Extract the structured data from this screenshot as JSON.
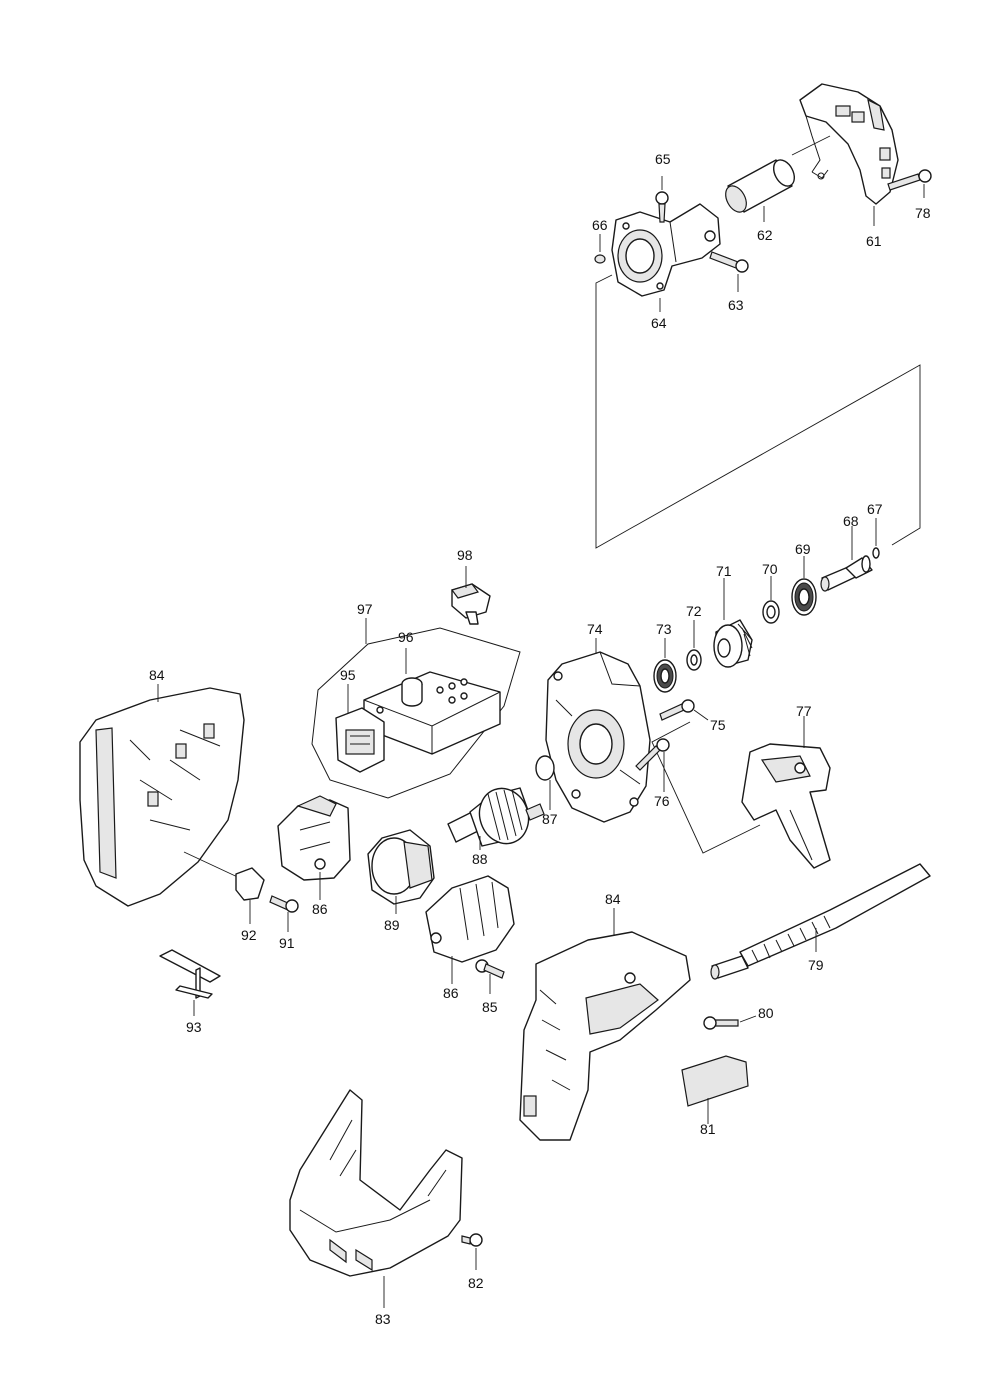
{
  "labels": {
    "p61": "61",
    "p62": "62",
    "p63": "63",
    "p64": "64",
    "p65": "65",
    "p66": "66",
    "p67": "67",
    "p68": "68",
    "p69": "69",
    "p70": "70",
    "p71": "71",
    "p72": "72",
    "p73": "73",
    "p74": "74",
    "p75": "75",
    "p76": "76",
    "p77": "77",
    "p78": "78",
    "p79": "79",
    "p80": "80",
    "p81": "81",
    "p82": "82",
    "p83": "83",
    "p84a": "84",
    "p84b": "84",
    "p85": "85",
    "p86a": "86",
    "p86b": "86",
    "p87": "87",
    "p88": "88",
    "p89": "89",
    "p91": "91",
    "p92": "92",
    "p93": "93",
    "p95": "95",
    "p96": "96",
    "p97": "97",
    "p98": "98"
  }
}
